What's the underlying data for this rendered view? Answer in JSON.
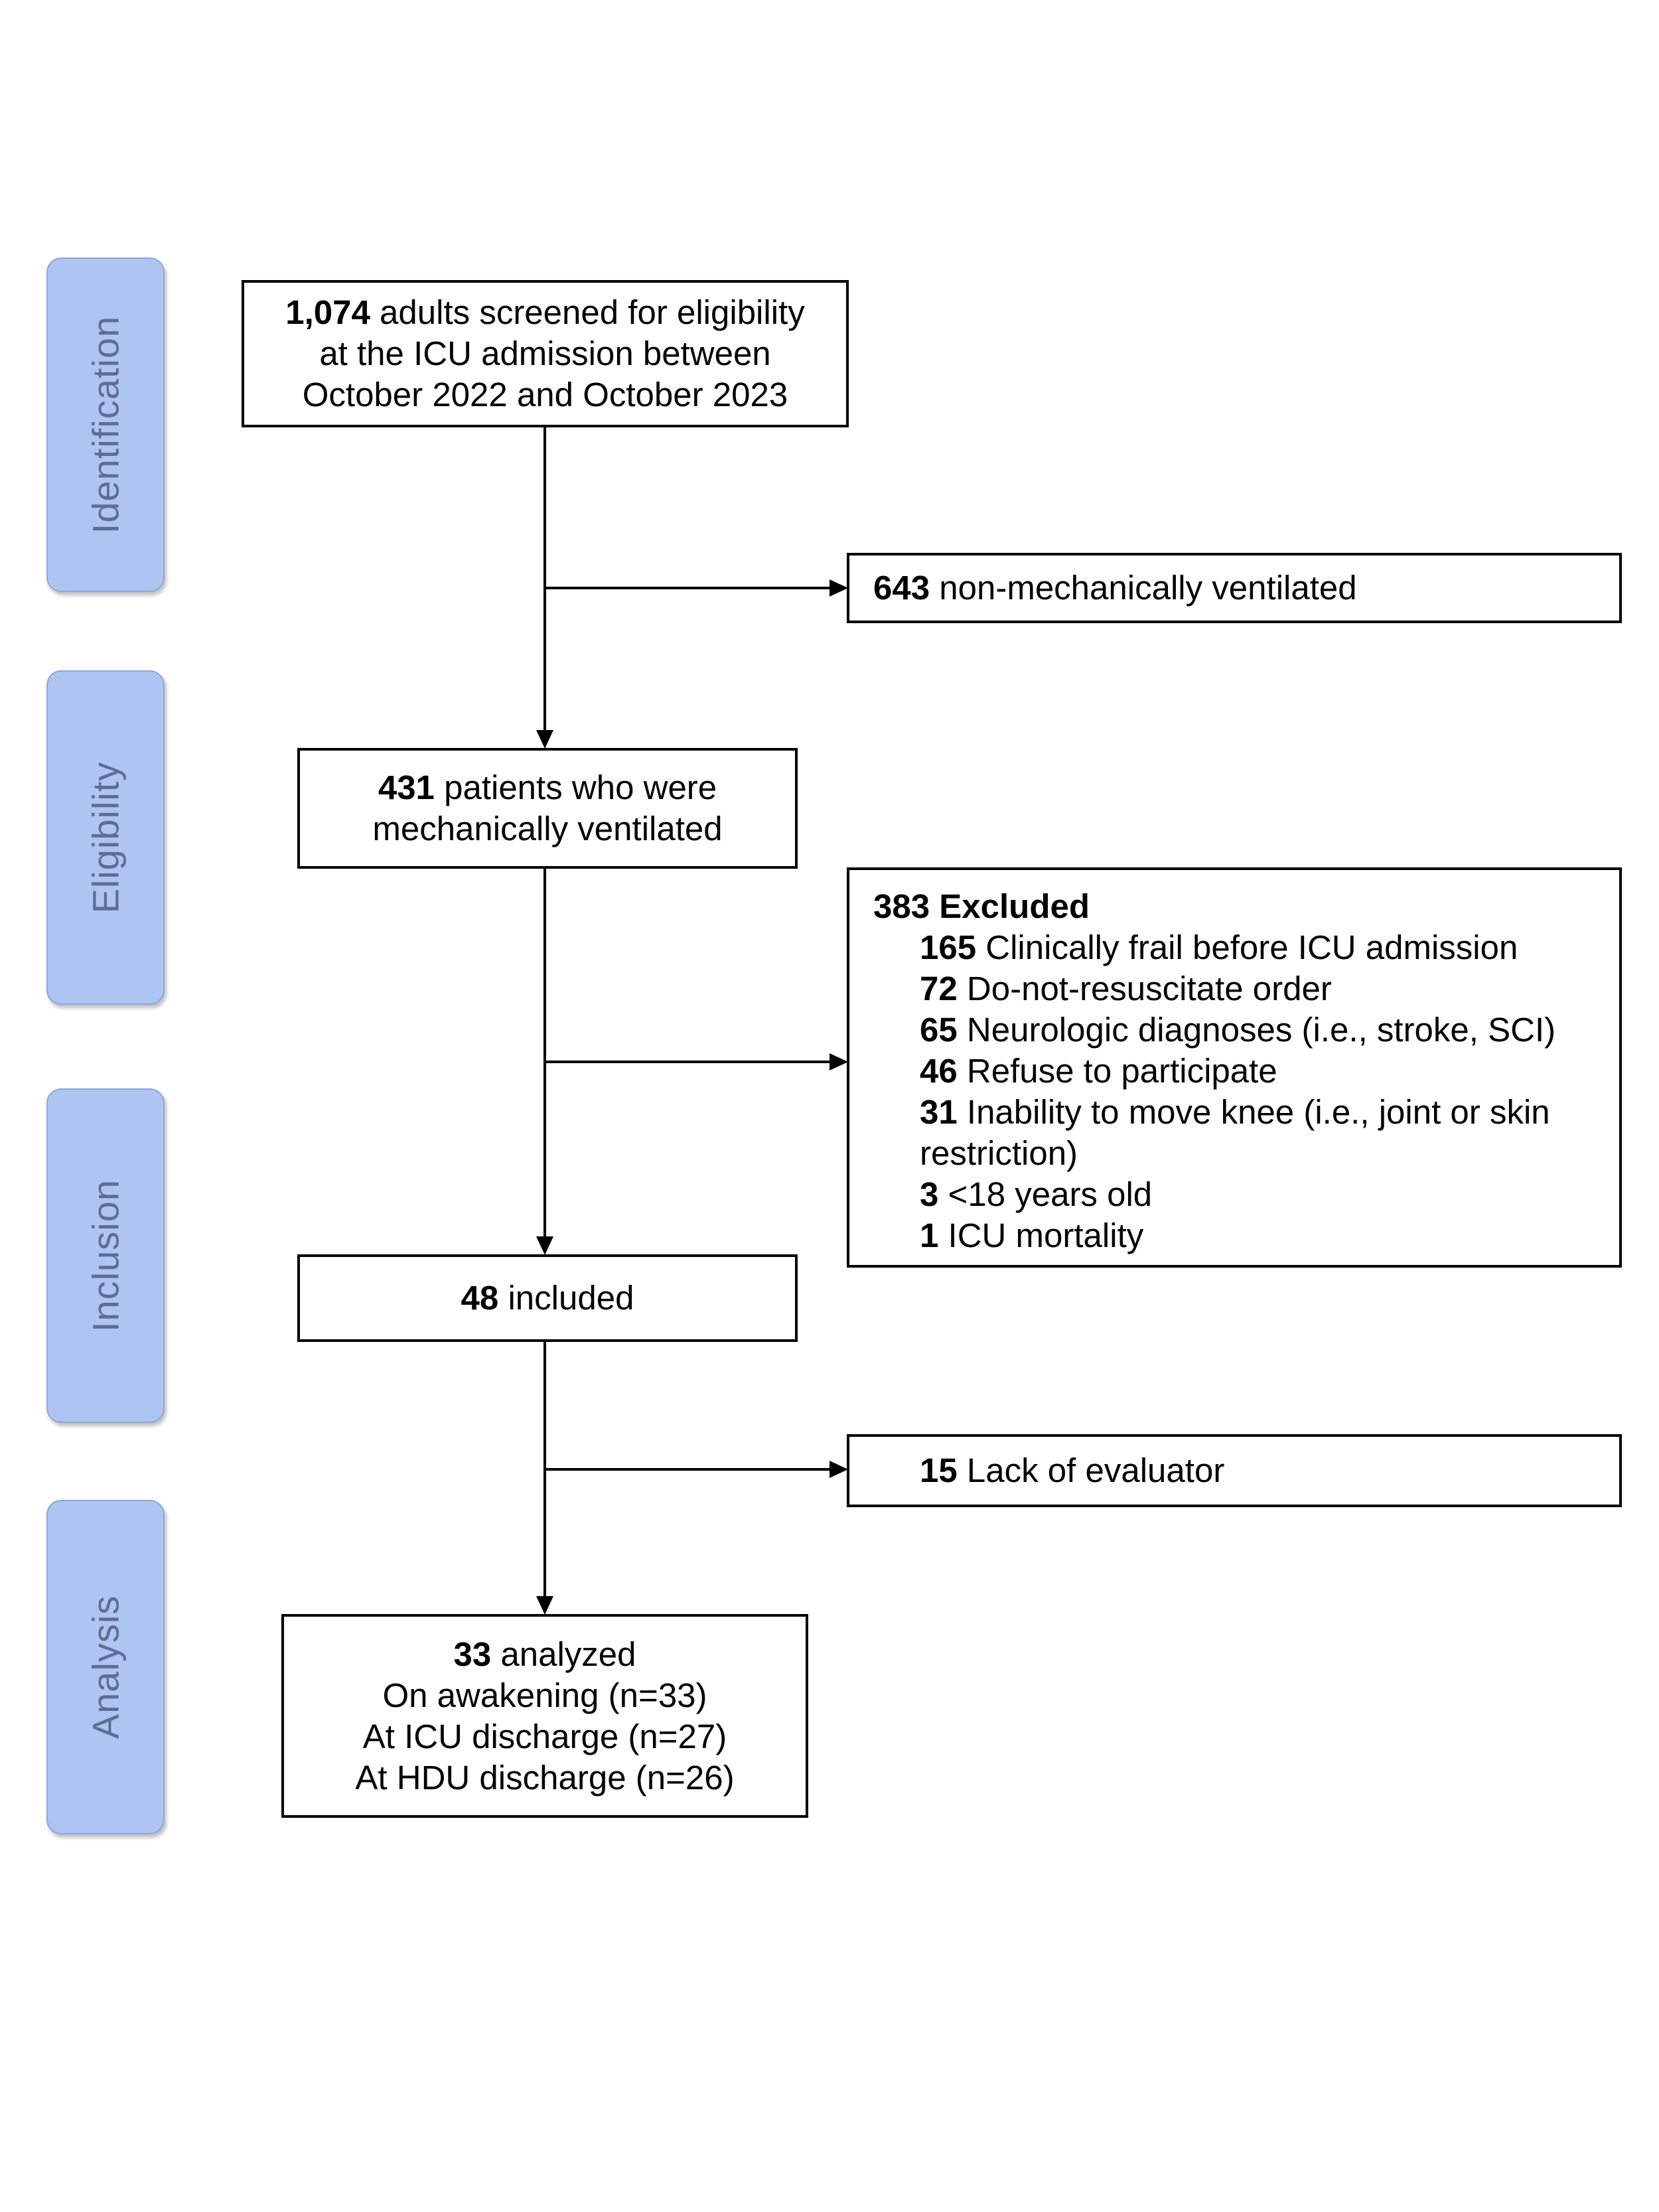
{
  "stages": {
    "identification": "Identification",
    "eligibility": "Eligibility",
    "inclusion": "Inclusion",
    "analysis": "Analysis"
  },
  "screened": {
    "count": "1,074",
    "line1_rest": " adults screened for eligibility",
    "line2": "at the ICU admission between",
    "line3": "October 2022 and October 2023"
  },
  "non_ventilated": {
    "count": "643",
    "text": " non-mechanically ventilated"
  },
  "ventilated": {
    "count": "431",
    "line1_rest": " patients who were",
    "line2": "mechanically ventilated"
  },
  "excluded": {
    "header": "383 Excluded",
    "items": [
      {
        "count": "165",
        "text": " Clinically frail before ICU admission"
      },
      {
        "count": "72",
        "text": " Do-not-resuscitate order"
      },
      {
        "count": "65",
        "text": " Neurologic diagnoses (i.e., stroke, SCI)"
      },
      {
        "count": "46",
        "text": " Refuse to participate"
      },
      {
        "count": "31",
        "text": " Inability to move knee (i.e., joint or skin",
        "text2": "restriction)"
      },
      {
        "count": "3",
        "text": " <18 years old"
      },
      {
        "count": "1",
        "text": " ICU mortality"
      }
    ]
  },
  "included": {
    "count": "48",
    "text": " included"
  },
  "lack_evaluator": {
    "count": "15",
    "text": " Lack of evaluator"
  },
  "analyzed": {
    "count": "33",
    "line1_rest": " analyzed",
    "line2": "On awakening (n=33)",
    "line3": "At ICU discharge (n=27)",
    "line4": "At HDU discharge (n=26)"
  }
}
